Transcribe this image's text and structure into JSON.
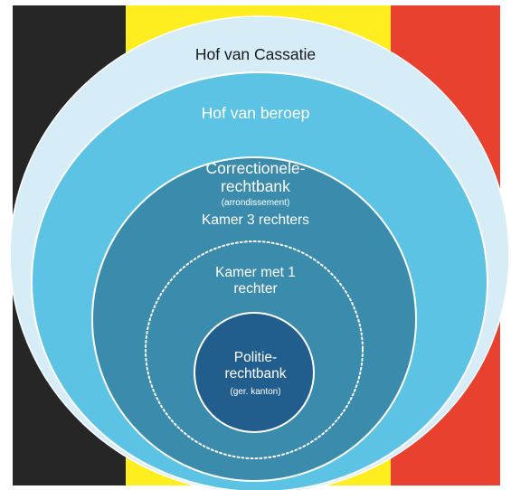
{
  "colors": {
    "flag_black": "#262626",
    "flag_yellow": "#ffee1f",
    "flag_red": "#e8412f",
    "cassatie_fill": "#d6ecf7",
    "beroep_fill": "#5cc3e4",
    "correctionele_fill": "#3a8bac",
    "kamer1_fill": "#3a8bac",
    "politie_fill": "#225e8d"
  },
  "circles": {
    "cassatie": {
      "title": "Hof van Cassatie"
    },
    "beroep": {
      "title": "Hof van beroep"
    },
    "correctionele": {
      "title_line1": "Correctionele-",
      "title_line2": "rechtbank",
      "subtitle": "(arrondissement)",
      "chamber": "Kamer 3 rechters"
    },
    "kamer1": {
      "line1": "Kamer met 1",
      "line2": "rechter"
    },
    "politie": {
      "line1": "Politie-",
      "line2": "rechtbank",
      "subtitle": "(ger. kanton)"
    }
  }
}
